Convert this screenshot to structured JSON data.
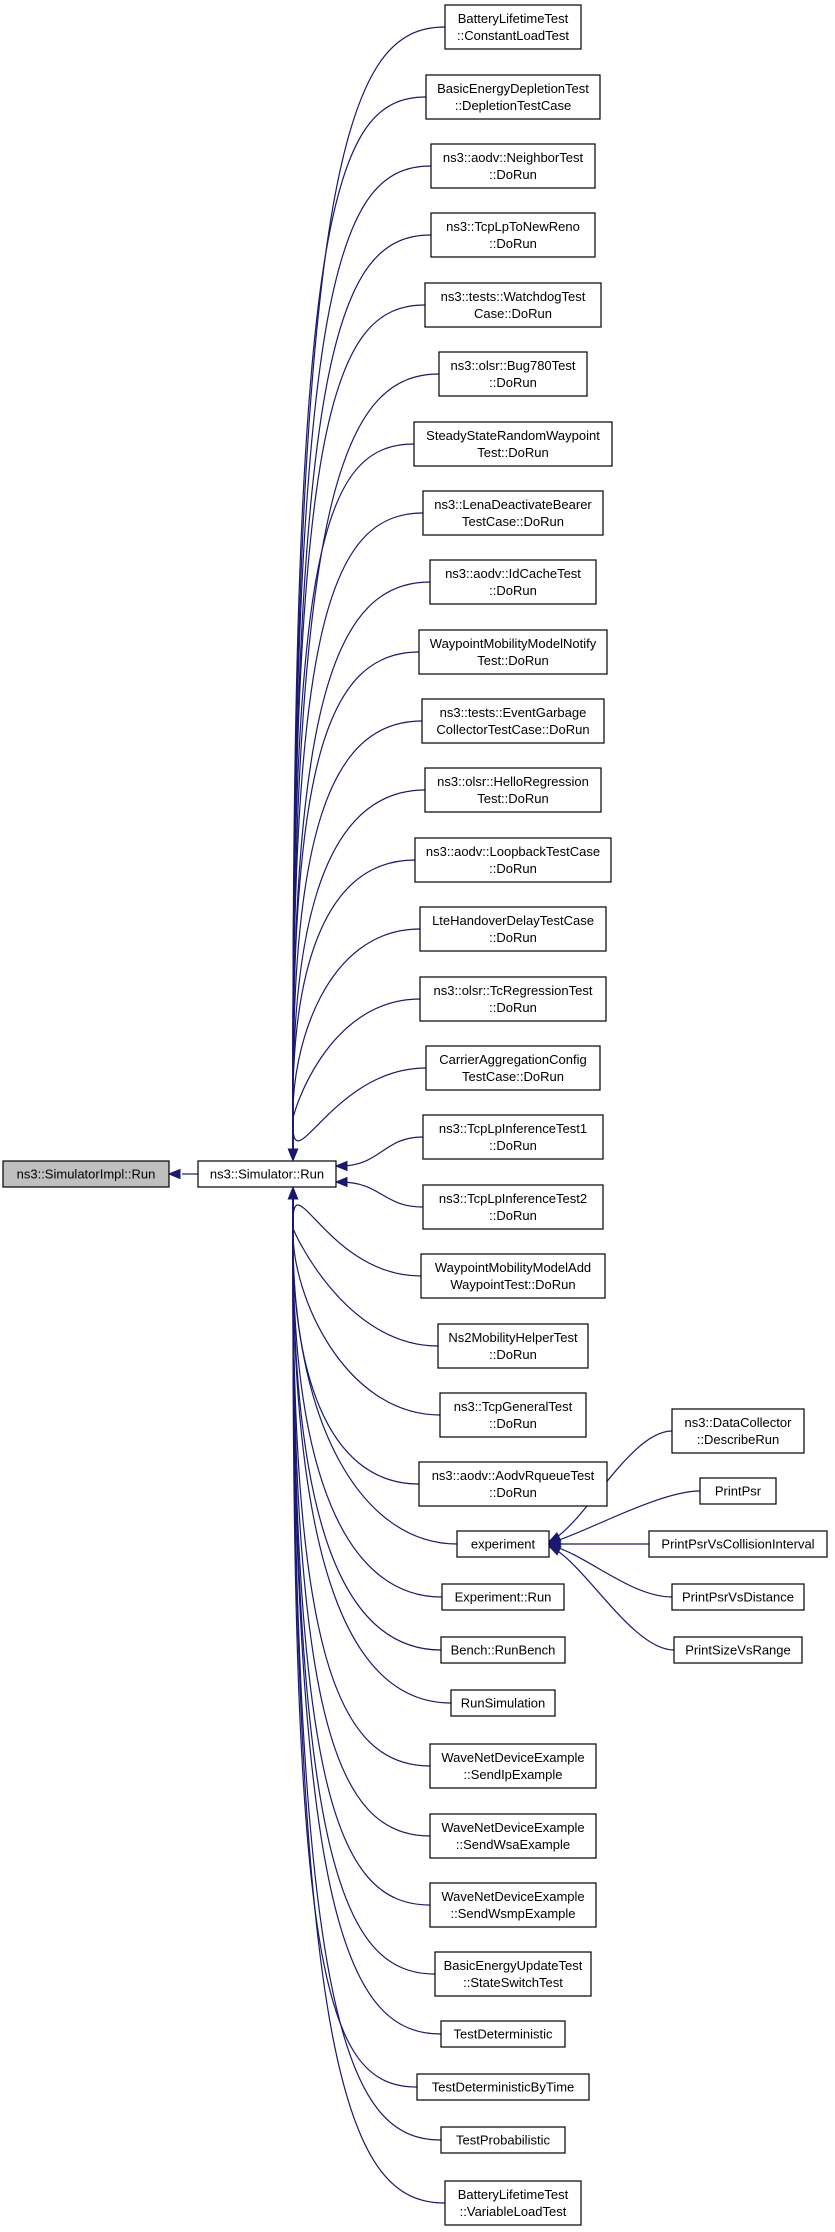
{
  "colors": {
    "edge": "#191970",
    "root_fill": "#bfbfbf",
    "node_fill": "#ffffff",
    "node_border": "#000000"
  },
  "root": {
    "id": "simimpl_run",
    "label": [
      "ns3::SimulatorImpl::Run"
    ]
  },
  "hub": {
    "id": "simulator_run",
    "label": [
      "ns3::Simulator::Run"
    ]
  },
  "callers": [
    {
      "id": "c1",
      "label": [
        "BatteryLifetimeTest",
        "::ConstantLoadTest"
      ]
    },
    {
      "id": "c2",
      "label": [
        "BasicEnergyDepletionTest",
        "::DepletionTestCase"
      ]
    },
    {
      "id": "c3",
      "label": [
        "ns3::aodv::NeighborTest",
        "::DoRun"
      ]
    },
    {
      "id": "c4",
      "label": [
        "ns3::TcpLpToNewReno",
        "::DoRun"
      ]
    },
    {
      "id": "c5",
      "label": [
        "ns3::tests::WatchdogTest",
        "Case::DoRun"
      ]
    },
    {
      "id": "c6",
      "label": [
        "ns3::olsr::Bug780Test",
        "::DoRun"
      ]
    },
    {
      "id": "c7",
      "label": [
        "SteadyStateRandomWaypoint",
        "Test::DoRun"
      ]
    },
    {
      "id": "c8",
      "label": [
        "ns3::LenaDeactivateBearer",
        "TestCase::DoRun"
      ]
    },
    {
      "id": "c9",
      "label": [
        "ns3::aodv::IdCacheTest",
        "::DoRun"
      ]
    },
    {
      "id": "c10",
      "label": [
        "WaypointMobilityModelNotify",
        "Test::DoRun"
      ]
    },
    {
      "id": "c11",
      "label": [
        "ns3::tests::EventGarbage",
        "CollectorTestCase::DoRun"
      ]
    },
    {
      "id": "c12",
      "label": [
        "ns3::olsr::HelloRegression",
        "Test::DoRun"
      ]
    },
    {
      "id": "c13",
      "label": [
        "ns3::aodv::LoopbackTestCase",
        "::DoRun"
      ]
    },
    {
      "id": "c14",
      "label": [
        "LteHandoverDelayTestCase",
        "::DoRun"
      ]
    },
    {
      "id": "c15",
      "label": [
        "ns3::olsr::TcRegressionTest",
        "::DoRun"
      ]
    },
    {
      "id": "c16",
      "label": [
        "CarrierAggregationConfig",
        "TestCase::DoRun"
      ]
    },
    {
      "id": "c17",
      "label": [
        "ns3::TcpLpInferenceTest1",
        "::DoRun"
      ]
    },
    {
      "id": "c18",
      "label": [
        "ns3::TcpLpInferenceTest2",
        "::DoRun"
      ]
    },
    {
      "id": "c19",
      "label": [
        "WaypointMobilityModelAdd",
        "WaypointTest::DoRun"
      ]
    },
    {
      "id": "c20",
      "label": [
        "Ns2MobilityHelperTest",
        "::DoRun"
      ]
    },
    {
      "id": "c21",
      "label": [
        "ns3::TcpGeneralTest",
        "::DoRun"
      ]
    },
    {
      "id": "c22",
      "label": [
        "ns3::aodv::AodvRqueueTest",
        "::DoRun"
      ]
    },
    {
      "id": "c23",
      "label": [
        "experiment"
      ]
    },
    {
      "id": "c24",
      "label": [
        "Experiment::Run"
      ]
    },
    {
      "id": "c25",
      "label": [
        "Bench::RunBench"
      ]
    },
    {
      "id": "c26",
      "label": [
        "RunSimulation"
      ]
    },
    {
      "id": "c27",
      "label": [
        "WaveNetDeviceExample",
        "::SendIpExample"
      ]
    },
    {
      "id": "c28",
      "label": [
        "WaveNetDeviceExample",
        "::SendWsaExample"
      ]
    },
    {
      "id": "c29",
      "label": [
        "WaveNetDeviceExample",
        "::SendWsmpExample"
      ]
    },
    {
      "id": "c30",
      "label": [
        "BasicEnergyUpdateTest",
        "::StateSwitchTest"
      ]
    },
    {
      "id": "c31",
      "label": [
        "TestDeterministic"
      ]
    },
    {
      "id": "c32",
      "label": [
        "TestDeterministicByTime"
      ]
    },
    {
      "id": "c33",
      "label": [
        "TestProbabilistic"
      ]
    },
    {
      "id": "c34",
      "label": [
        "BatteryLifetimeTest",
        "::VariableLoadTest"
      ]
    }
  ],
  "experiment_callers": [
    {
      "id": "e1",
      "label": [
        "ns3::DataCollector",
        "::DescribeRun"
      ]
    },
    {
      "id": "e2",
      "label": [
        "PrintPsr"
      ]
    },
    {
      "id": "e3",
      "label": [
        "PrintPsrVsCollisionInterval"
      ]
    },
    {
      "id": "e4",
      "label": [
        "PrintPsrVsDistance"
      ]
    },
    {
      "id": "e5",
      "label": [
        "PrintSizeVsRange"
      ]
    }
  ]
}
